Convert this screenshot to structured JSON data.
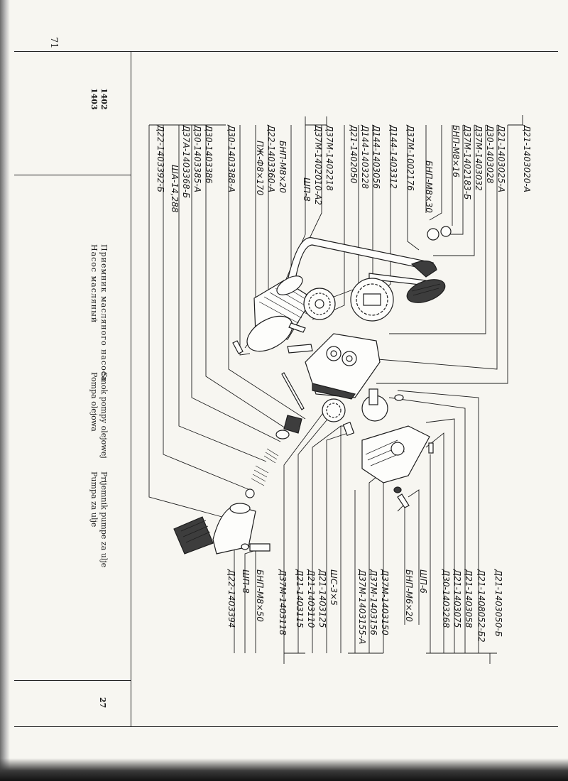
{
  "page": {
    "page_number_top": "71",
    "page_number_bottom": "27",
    "group_codes": [
      "1402",
      "1403"
    ],
    "titles": {
      "ru": [
        "Приемник масляного насоса",
        "Насос масляный"
      ],
      "pl": [
        "Smok pompy olejowej",
        "Pompa olejowa"
      ],
      "sr": [
        "Prijemnik pumpe za ulje",
        "Pumpa za ulje"
      ]
    }
  },
  "callouts_top": [
    "Д21-1403020-А",
    "Д21-1403025-А",
    "Д30-1403028",
    "Д37М-1403032",
    "Д37М-1402183-Б",
    "БНП-М8×16",
    "БНП-М8×30",
    "Д37М-1002176",
    "Д144-1403312",
    "Д144-1403056",
    "Д144-1403228",
    "Д21-1402050",
    "Д37М-1402218",
    "Д37М-1402010-А2",
    "ШП-8",
    "БНП-М8×20",
    "Д22-1403360-А",
    "ПЖ-Ф8×170",
    "Д30-1403388-А",
    "Д30-1403386",
    "Д30-1403385-А",
    "Д37А-1403368-Б",
    "ША-14,288",
    "Д22-1403392-Б"
  ],
  "callouts_bottom": [
    "Д21-1403050-Б",
    "Д21-1408052-Б2",
    "Д21-1403058",
    "Д21-1403075",
    "Д30-1403268",
    "ШП-6",
    "БНП-М6×20",
    "Д37М-1403150",
    "Д37М-1403156",
    "Д37М-1403155-А",
    "ШС-3×5",
    "Д21-1403125",
    "Д21-1403110",
    "Д21-1403115",
    "Д37М-1403118",
    "Д22-1403394",
    "ШП-8",
    "БНП-М8×50"
  ]
}
